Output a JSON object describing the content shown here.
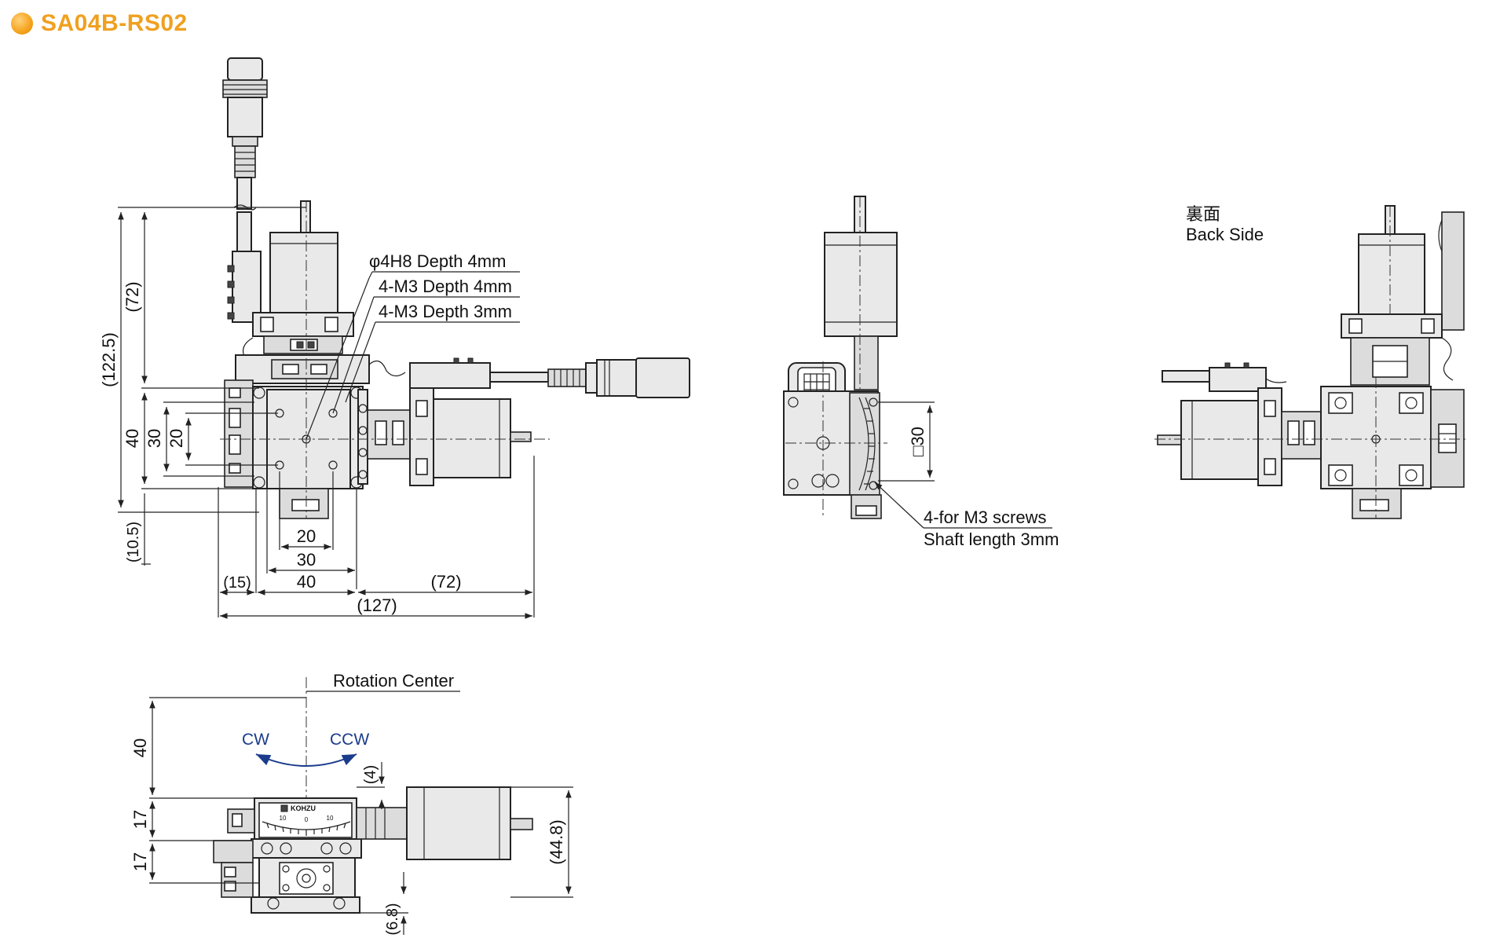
{
  "title": "SA04B-RS02",
  "colors": {
    "title": "#f0a020",
    "rotation_arrow": "#1b3c8c"
  },
  "front_view": {
    "callouts": [
      "φ4H8 Depth 4mm",
      "4-M3 Depth 4mm",
      "4-M3 Depth 3mm"
    ],
    "dims_vertical": {
      "overall": "(122.5)",
      "motor": "(72)",
      "d40": "40",
      "d30": "30",
      "d20": "20",
      "bottom": "(10.5)"
    },
    "dims_horizontal": {
      "d20": "20",
      "d30": "30",
      "d40": "40",
      "left": "(15)",
      "motor": "(72)",
      "overall": "(127)"
    }
  },
  "side_view": {
    "square": "□30",
    "note_line1": "4-for M3 screws",
    "note_line2": "Shaft length 3mm"
  },
  "back_view": {
    "label_jp": "裏面",
    "label_en": "Back Side"
  },
  "bottom_view": {
    "rotation_center": "Rotation Center",
    "cw": "CW",
    "ccw": "CCW",
    "dims": {
      "d40": "40",
      "d17a": "17",
      "d17b": "17",
      "d4": "(4)",
      "d44_8": "(44.8)",
      "d6_8": "(6.8)"
    },
    "brand": "KOHZU",
    "scale_ticks": [
      "10",
      "0",
      "10"
    ]
  }
}
